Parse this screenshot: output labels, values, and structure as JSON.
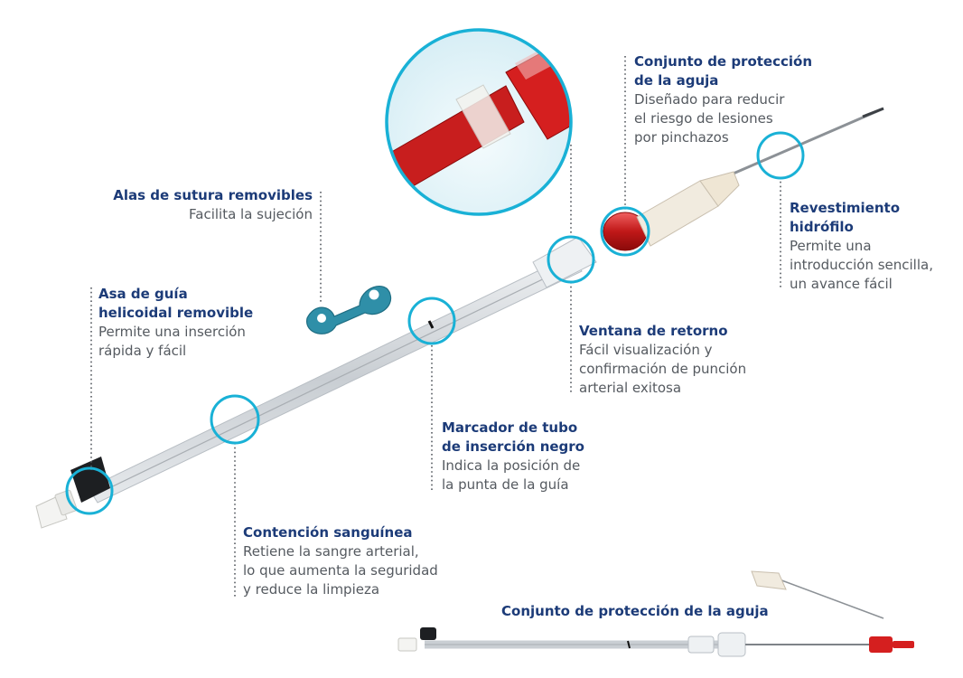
{
  "colors": {
    "title": "#1c3b78",
    "description": "#555a60",
    "highlight_ring": "#19b1d6",
    "leader_line": "#555a60"
  },
  "callouts": {
    "needle_protection": {
      "title": "Conjunto de protección\nde la aguja",
      "description": "Diseñado para reducir\nel riesgo de lesiones\npor pinchazos"
    },
    "suture_wings": {
      "title": "Alas de sutura removibles",
      "description": "Facilita la sujeción"
    },
    "hydrophilic_coating": {
      "title": "Revestimiento\nhidrófilo",
      "description": "Permite una\nintroducción sencilla,\nun avance fácil"
    },
    "guidewire_handle": {
      "title": "Asa de guía\nhelicoidal removible",
      "description": "Permite una inserción\nrápida y fácil"
    },
    "flashback_window": {
      "title": "Ventana de retorno",
      "description": "Fácil visualización y\nconfirmación de punción\narterial exitosa"
    },
    "black_marker": {
      "title": "Marcador de tubo\nde inserción negro",
      "description": "Indica la posición de\nla punta de la guía"
    },
    "blood_containment": {
      "title": "Contención sanguínea",
      "description": "Retiene la sangre arterial,\nlo que aumenta la seguridad\ny reduce la limpieza"
    }
  },
  "caption": "Conjunto de protección de la aguja"
}
